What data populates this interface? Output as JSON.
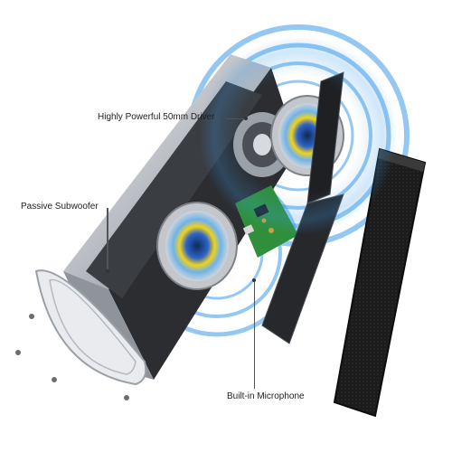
{
  "callouts": {
    "driver": "Highly Powerful 50mm Driver",
    "subwoofer": "Passive Subwoofer",
    "microphone": "Built-in Microphone"
  },
  "colors": {
    "sound_wave": "#3d9be9",
    "driver_ring": "#f2d21b",
    "driver_cone": "#2a6fd6",
    "pcb": "#2f8f3a",
    "housing": "#c9ccd0",
    "grille": "#1a1a1a"
  },
  "icons": [
    "sound-wave-rings",
    "screw"
  ]
}
